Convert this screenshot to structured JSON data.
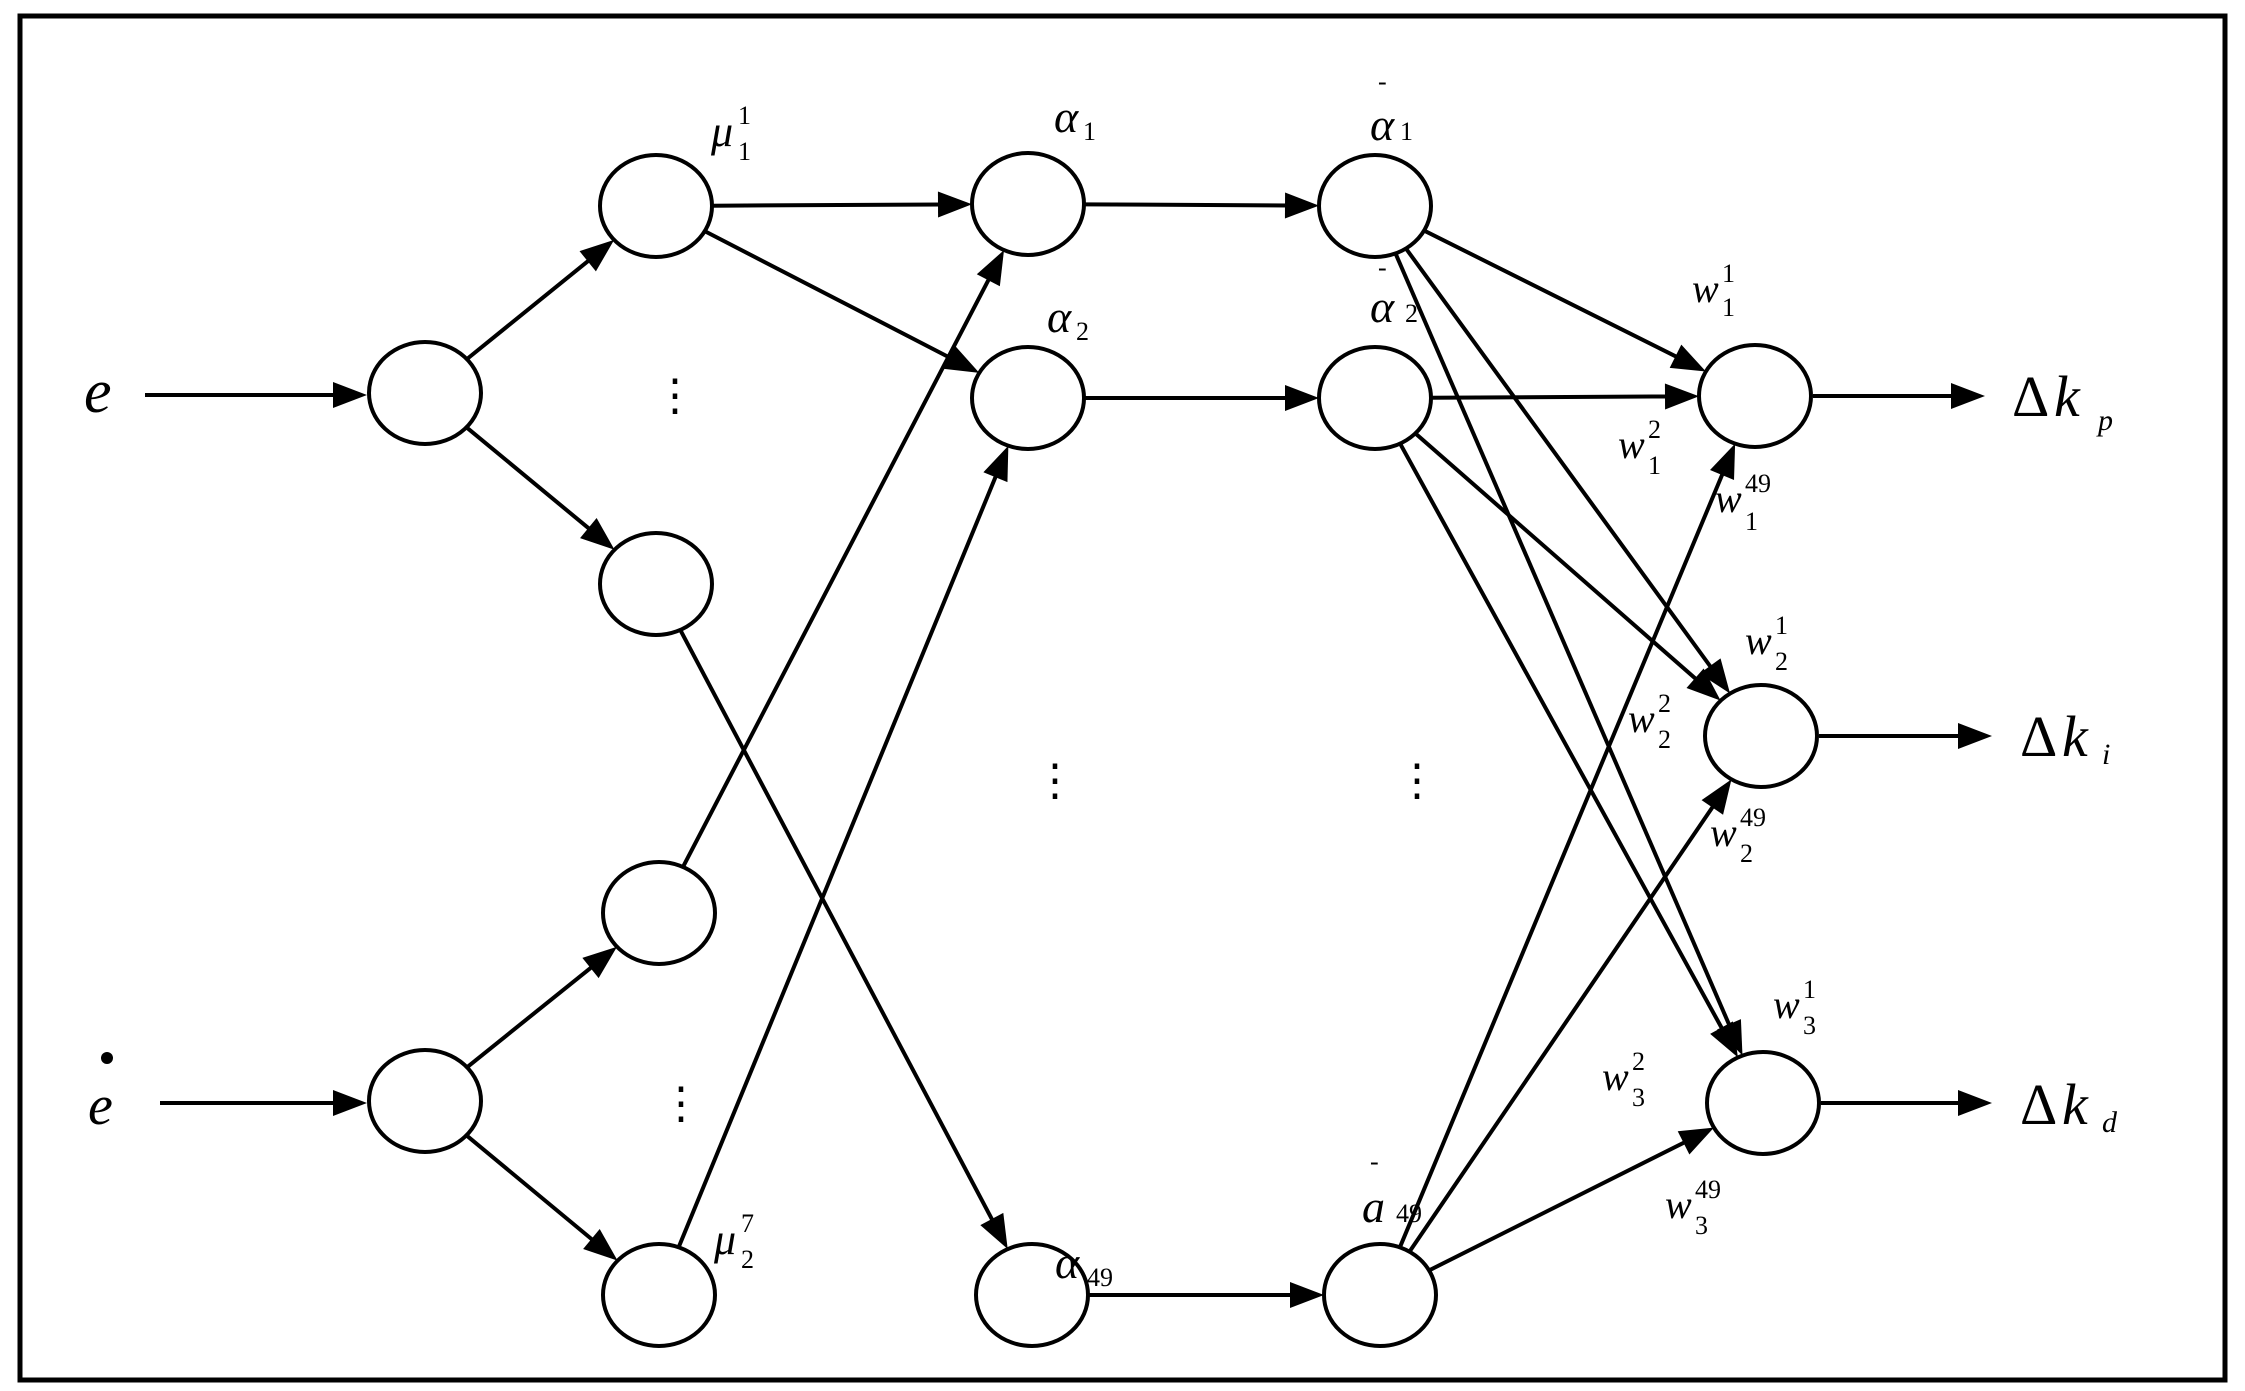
{
  "inputs": {
    "e": "e",
    "edot": "e",
    "edot_mark": "•"
  },
  "mu_top": {
    "base": "μ",
    "sub": "1",
    "sup": "1"
  },
  "mu_bottom": {
    "base": "μ",
    "sub": "2",
    "sup": "7"
  },
  "alpha": [
    {
      "base": "α",
      "sub": "1"
    },
    {
      "base": "α",
      "sub": "2"
    },
    {
      "base": "α",
      "sub": "49"
    }
  ],
  "alpha_bar": [
    {
      "bar": "-",
      "base": "α",
      "sub": "1"
    },
    {
      "bar": "-",
      "base": "α",
      "sub": "2"
    },
    {
      "bar": "-",
      "base": "a",
      "sub": "49"
    }
  ],
  "weights": [
    {
      "base": "w",
      "sub": "1",
      "sup": "1"
    },
    {
      "base": "w",
      "sub": "1",
      "sup": "2"
    },
    {
      "base": "w",
      "sub": "1",
      "sup": "49"
    },
    {
      "base": "w",
      "sub": "2",
      "sup": "1"
    },
    {
      "base": "w",
      "sub": "2",
      "sup": "2"
    },
    {
      "base": "w",
      "sub": "2",
      "sup": "49"
    },
    {
      "base": "w",
      "sub": "3",
      "sup": "1"
    },
    {
      "base": "w",
      "sub": "3",
      "sup": "2"
    },
    {
      "base": "w",
      "sub": "3",
      "sup": "49"
    }
  ],
  "outputs": [
    {
      "delta": "Δ",
      "base": "k",
      "sub": "p"
    },
    {
      "delta": "Δ",
      "base": "k",
      "sub": "i"
    },
    {
      "delta": "Δ",
      "base": "k",
      "sub": "d"
    }
  ],
  "ellipsis": "⋮"
}
